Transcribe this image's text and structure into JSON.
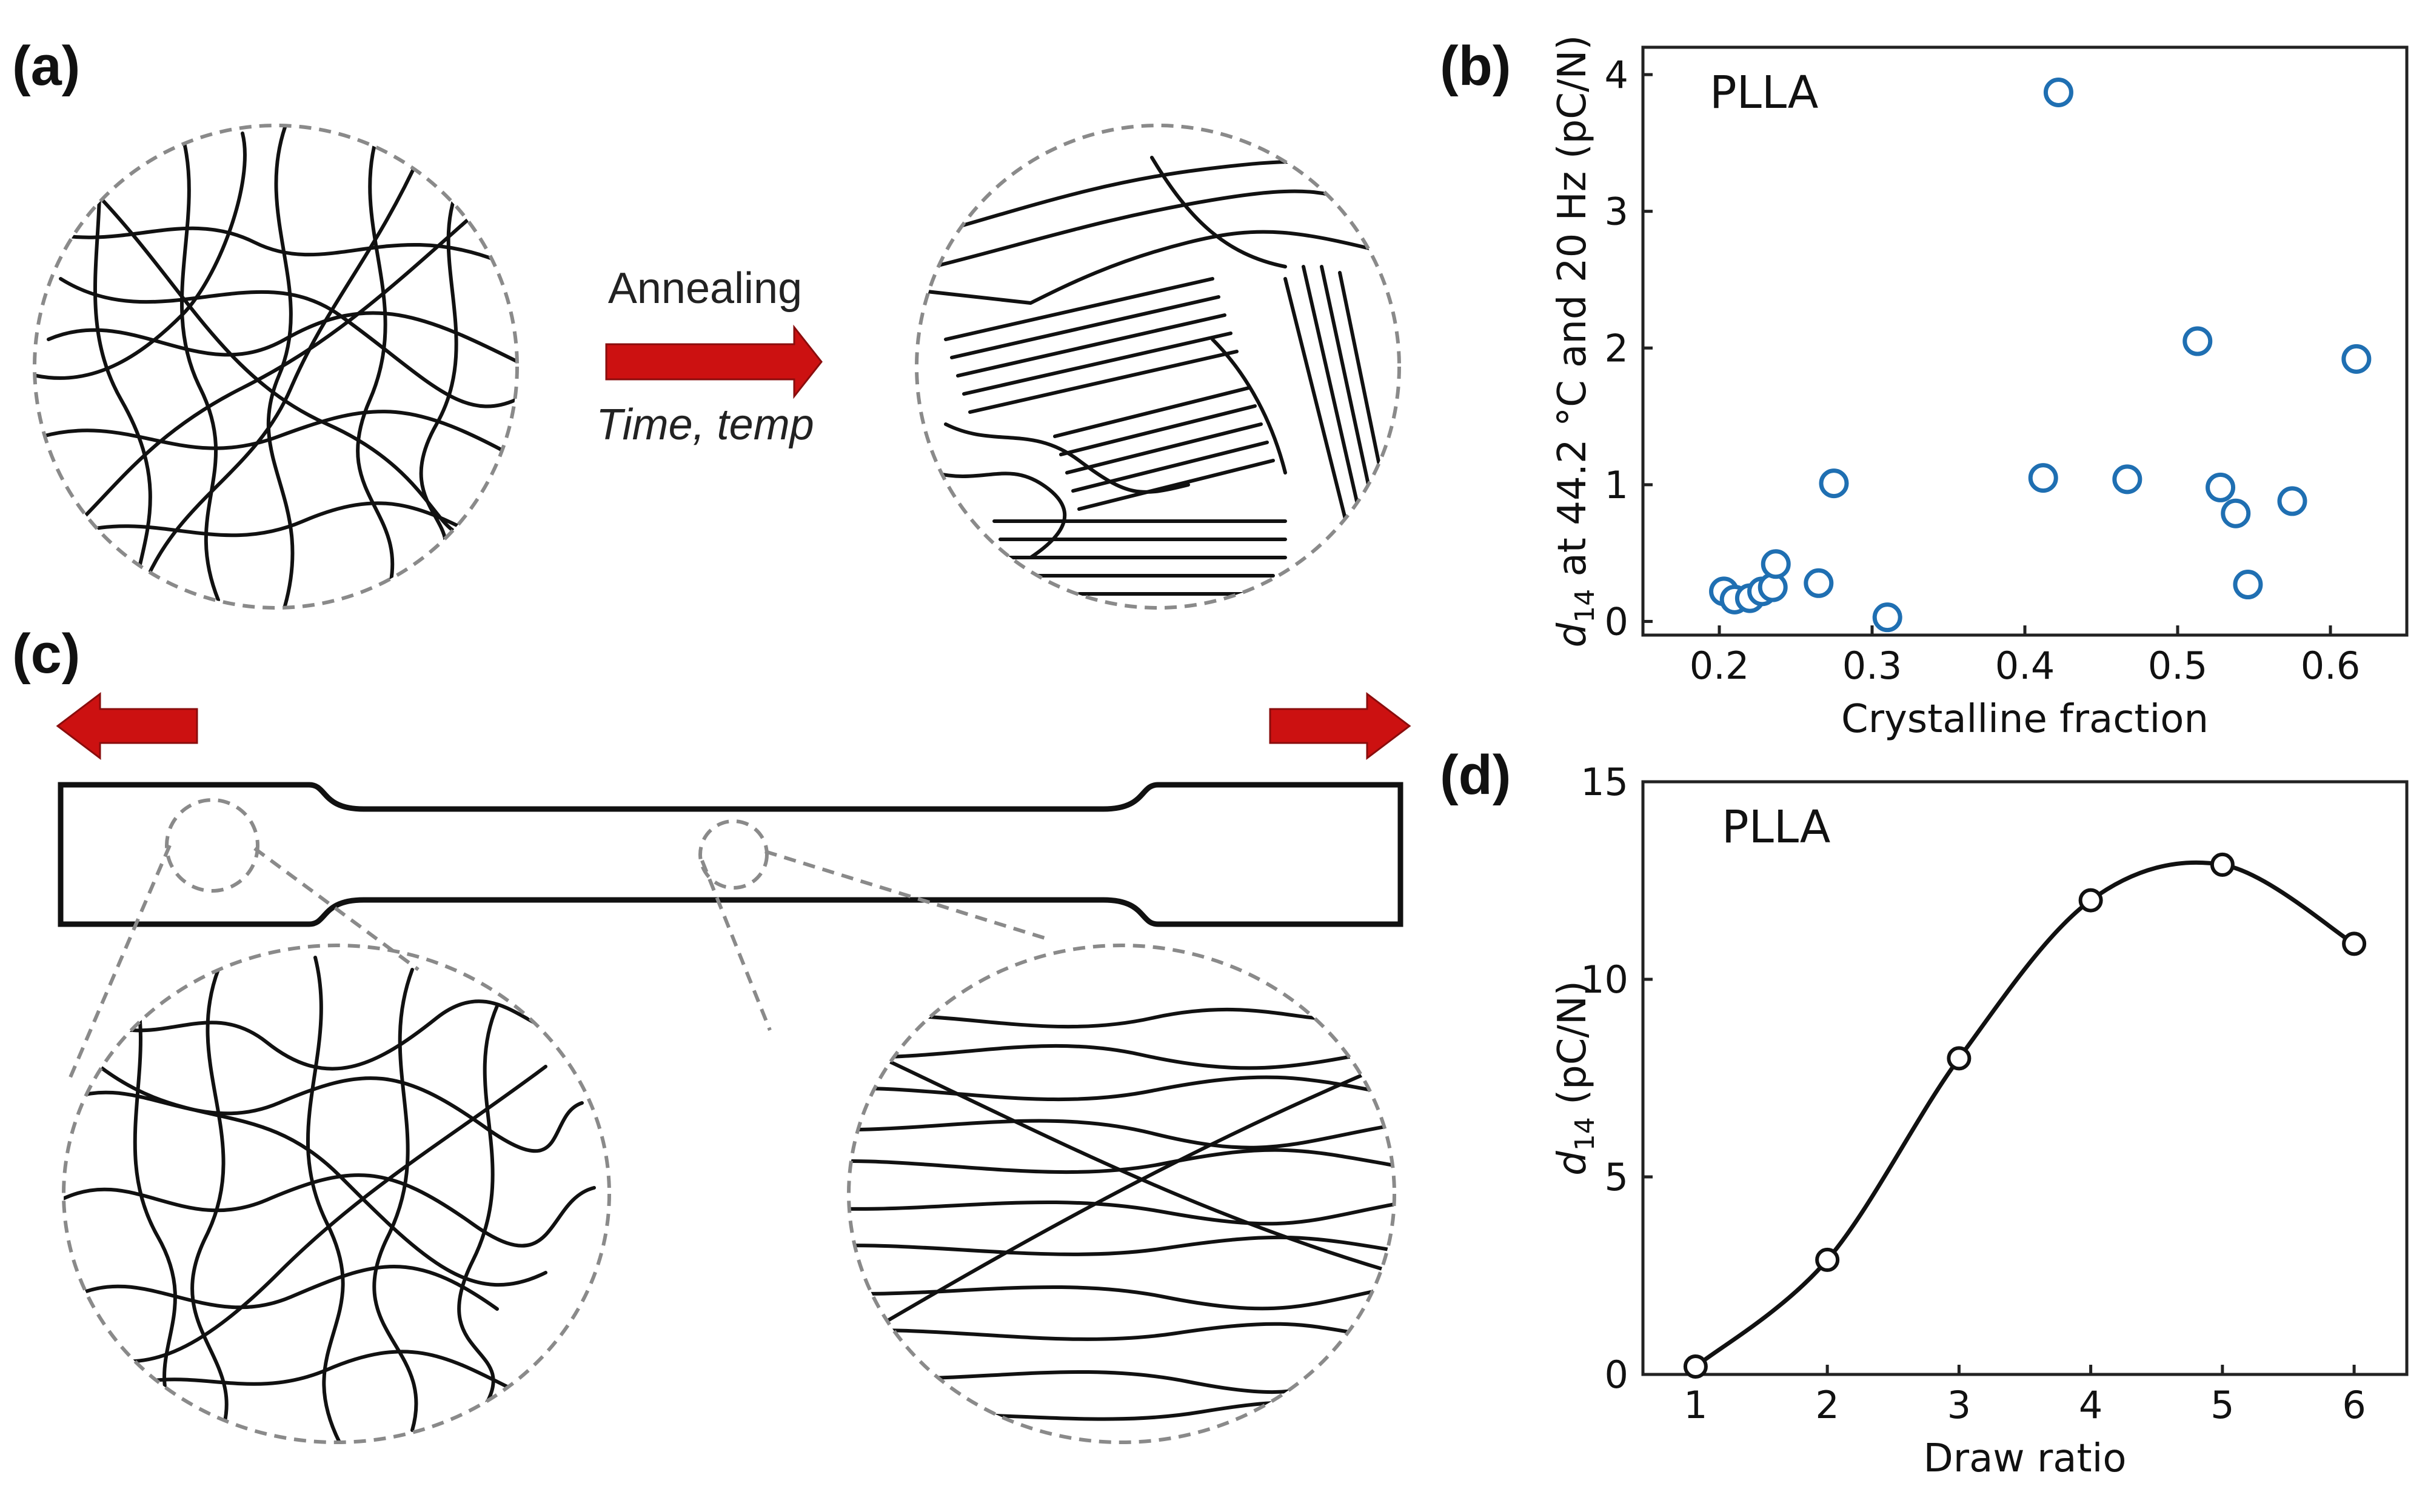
{
  "panels": {
    "a": {
      "label": "(a)",
      "arrow_top": "Annealing",
      "arrow_bottom": "Time, temp"
    },
    "b": {
      "label": "(b)"
    },
    "c": {
      "label": "(c)"
    },
    "d": {
      "label": "(d)"
    }
  },
  "colors": {
    "arrow": "#cc1111",
    "scatter": "#1f6fb2",
    "line": "#111111",
    "dashed_circle": "#8a8a8a"
  },
  "chart_data": [
    {
      "id": "b",
      "type": "scatter",
      "title": "PLLA",
      "xlabel": "Crystalline fraction",
      "ylabel_sym": "d",
      "ylabel_sub": "14",
      "ylabel_rest": " at 44.2 °C and 20 Hz (pC/N)",
      "xlim": [
        0.15,
        0.65
      ],
      "ylim": [
        -0.1,
        4.2
      ],
      "xticks": [
        "0.2",
        "0.3",
        "0.4",
        "0.5",
        "0.6"
      ],
      "yticks": [
        "0",
        "1",
        "2",
        "3",
        "4"
      ],
      "x": [
        0.203,
        0.21,
        0.22,
        0.228,
        0.235,
        0.237,
        0.265,
        0.275,
        0.31,
        0.412,
        0.422,
        0.467,
        0.513,
        0.528,
        0.538,
        0.546,
        0.575,
        0.617
      ],
      "y": [
        0.22,
        0.16,
        0.17,
        0.22,
        0.25,
        0.42,
        0.28,
        1.01,
        0.03,
        1.05,
        3.87,
        1.04,
        2.05,
        0.98,
        0.79,
        0.27,
        0.88,
        1.92
      ]
    },
    {
      "id": "d",
      "type": "line",
      "title": "PLLA",
      "xlabel": "Draw ratio",
      "ylabel_sym": "d",
      "ylabel_sub": "14",
      "ylabel_rest": " (pC/N)",
      "xlim": [
        0.6,
        6.4
      ],
      "ylim": [
        0,
        15
      ],
      "xticks": [
        "1",
        "2",
        "3",
        "4",
        "5",
        "6"
      ],
      "yticks": [
        "0",
        "5",
        "10",
        "15"
      ],
      "x": [
        1,
        2,
        3,
        4,
        5,
        6
      ],
      "y": [
        0.2,
        2.9,
        8.0,
        12.0,
        12.9,
        10.9
      ]
    }
  ]
}
